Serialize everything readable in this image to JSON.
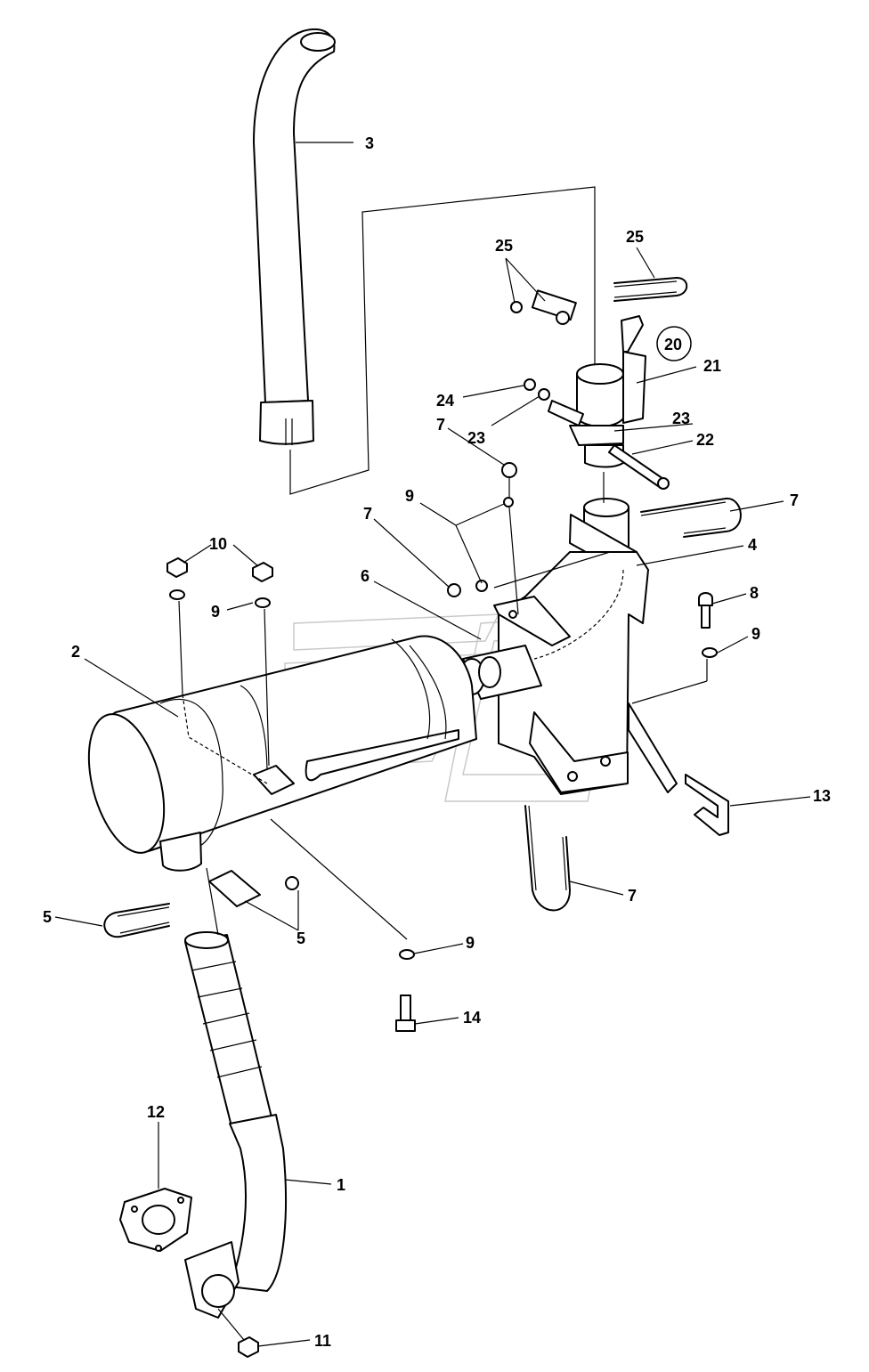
{
  "diagram": {
    "callouts": [
      {
        "id": "c3",
        "text": "3"
      },
      {
        "id": "c25a",
        "text": "25"
      },
      {
        "id": "c25b",
        "text": "25"
      },
      {
        "id": "c20",
        "text": "20"
      },
      {
        "id": "c21",
        "text": "21"
      },
      {
        "id": "c24",
        "text": "24"
      },
      {
        "id": "c23a",
        "text": "23"
      },
      {
        "id": "c23b",
        "text": "23"
      },
      {
        "id": "c22",
        "text": "22"
      },
      {
        "id": "c7a",
        "text": "7"
      },
      {
        "id": "c7b",
        "text": "7"
      },
      {
        "id": "c7c",
        "text": "7"
      },
      {
        "id": "c7d",
        "text": "7"
      },
      {
        "id": "c9a",
        "text": "9"
      },
      {
        "id": "c9b",
        "text": "9"
      },
      {
        "id": "c9c",
        "text": "9"
      },
      {
        "id": "c9d",
        "text": "9"
      },
      {
        "id": "c10",
        "text": "10"
      },
      {
        "id": "c4",
        "text": "4"
      },
      {
        "id": "c6",
        "text": "6"
      },
      {
        "id": "c8",
        "text": "8"
      },
      {
        "id": "c2",
        "text": "2"
      },
      {
        "id": "c13",
        "text": "13"
      },
      {
        "id": "c5a",
        "text": "5"
      },
      {
        "id": "c5b",
        "text": "5"
      },
      {
        "id": "c14",
        "text": "14"
      },
      {
        "id": "c12",
        "text": "12"
      },
      {
        "id": "c1",
        "text": "1"
      },
      {
        "id": "c11",
        "text": "11"
      }
    ]
  }
}
